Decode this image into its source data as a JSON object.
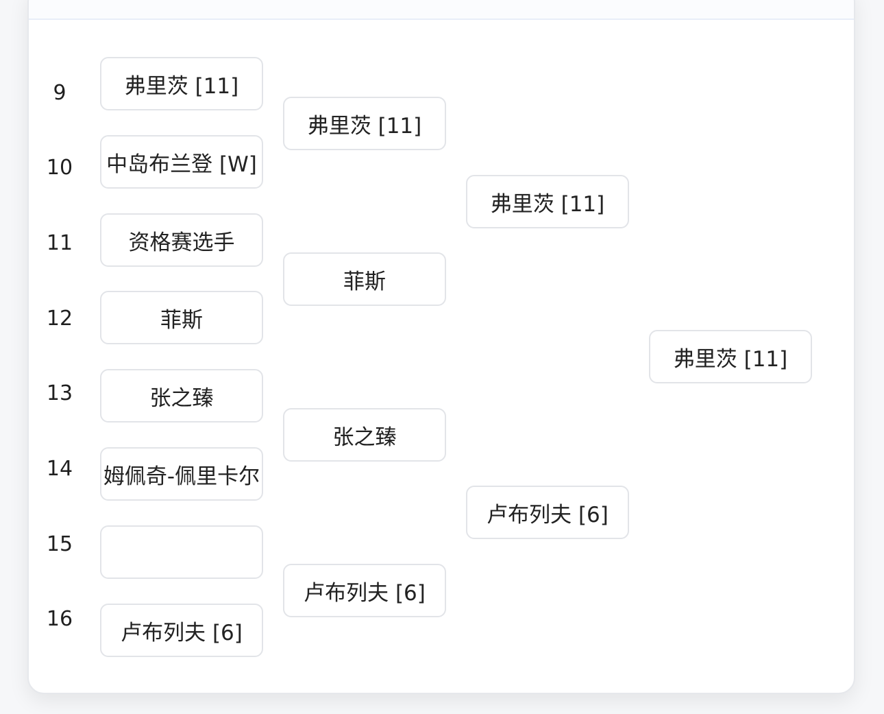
{
  "seeds": [
    "9",
    "10",
    "11",
    "12",
    "13",
    "14",
    "15",
    "16"
  ],
  "round1": [
    "弗里茨 [11]",
    "中岛布兰登 [W]",
    "资格赛选手",
    "菲斯",
    "张之臻",
    "姆佩奇-佩里卡尔",
    "",
    "卢布列夫 [6]"
  ],
  "round2": [
    "弗里茨 [11]",
    "菲斯",
    "张之臻",
    "卢布列夫 [6]"
  ],
  "round3": [
    "弗里茨 [11]",
    "卢布列夫 [6]"
  ],
  "round4": [
    "弗里茨 [11]"
  ]
}
